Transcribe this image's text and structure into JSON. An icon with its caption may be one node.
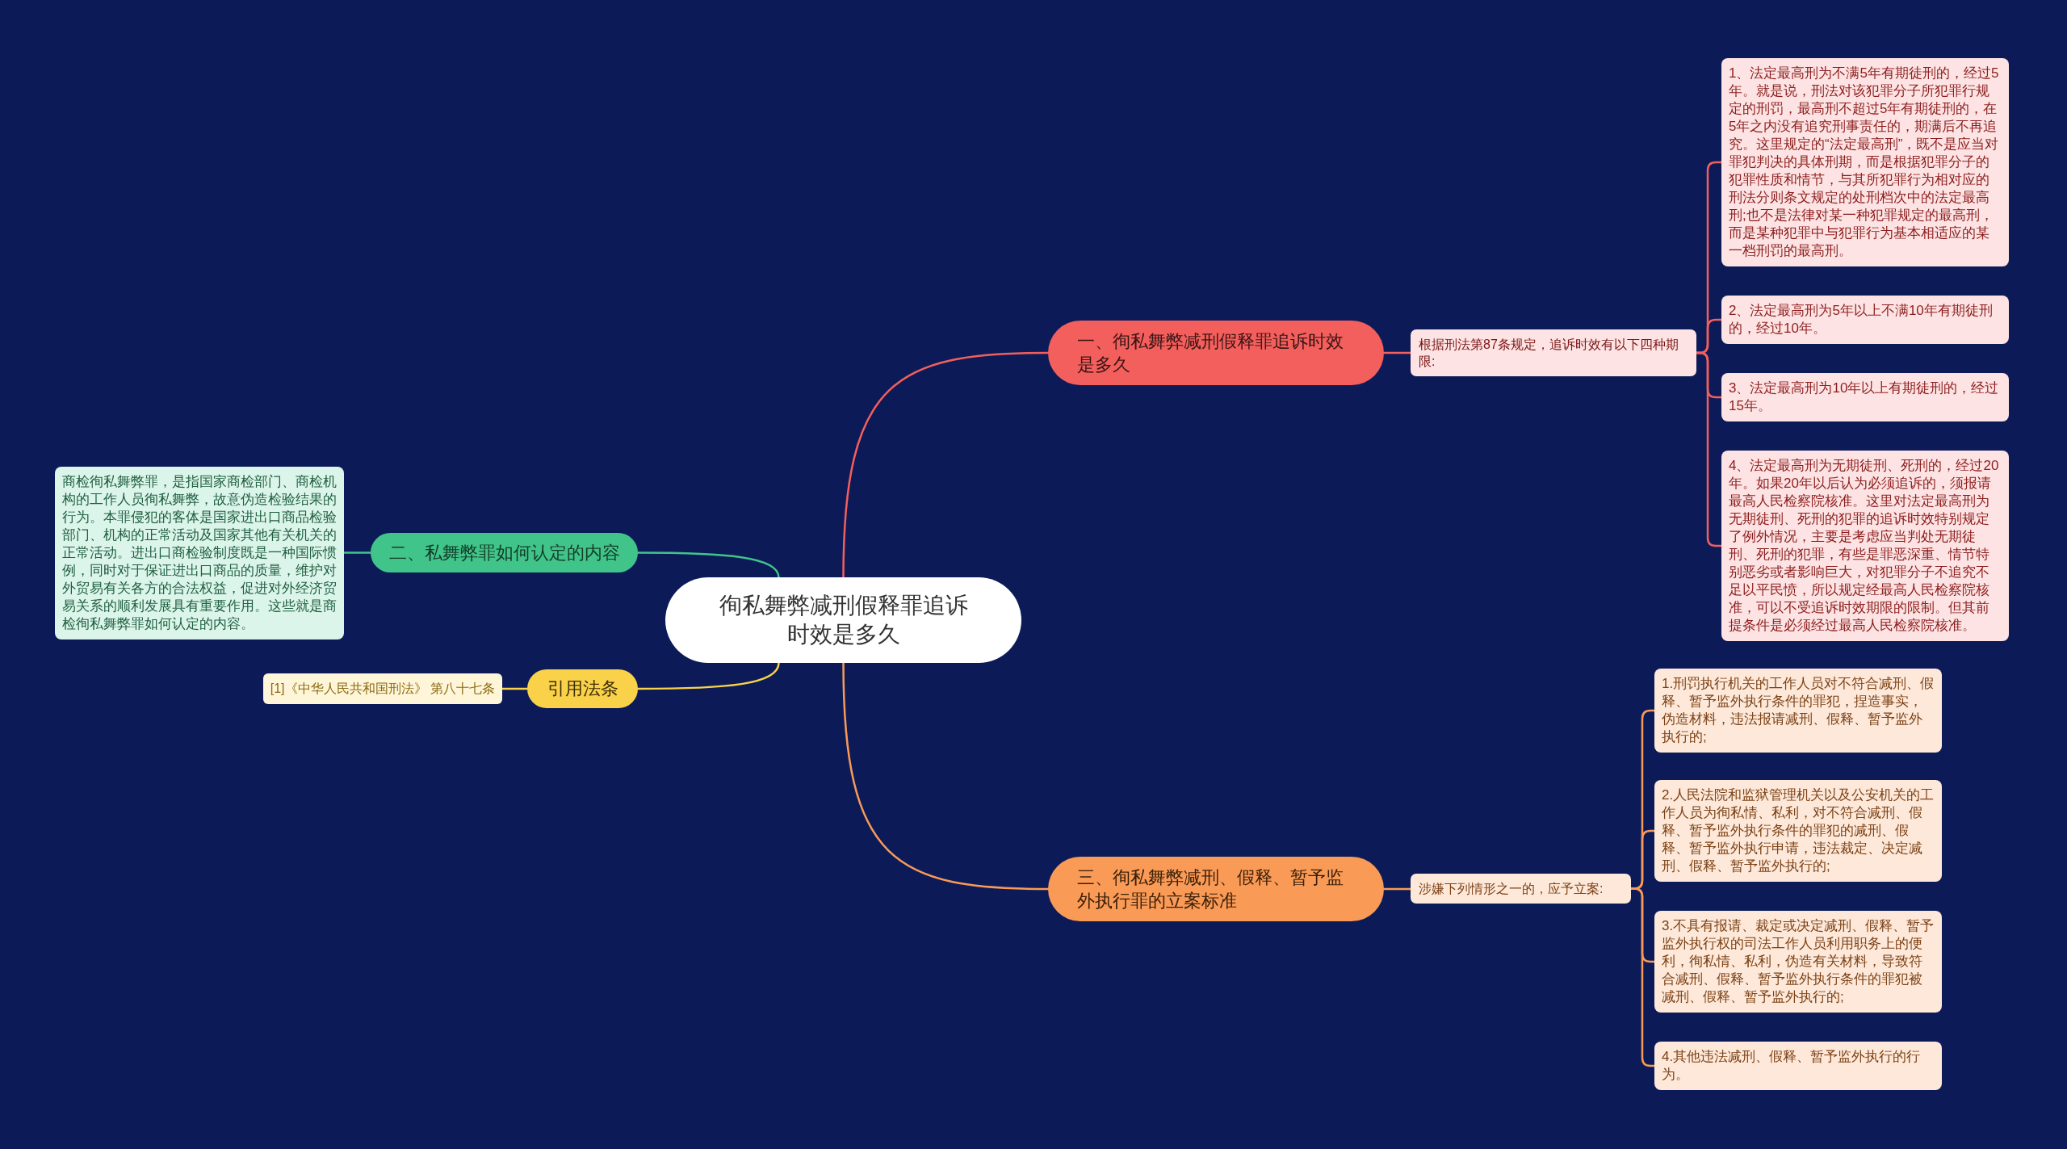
{
  "diagram": {
    "nodes": [
      {
        "text": [
          "徇私舞弊减刑假释罪追诉时效是多久"
        ]
      },
      {
        "text": [
          "一、徇私舞弊减刑假释罪追诉时效是多久"
        ]
      },
      {
        "text": [
          "根据刑法第87条规定，追诉时效有以下四种期限:"
        ]
      },
      {
        "text": [
          "1、法定最高刑为不满5年有期徒刑的，经过5年。就是说，刑法对该犯罪分子所犯罪行规定的刑罚，最高刑不超过5年有期徒刑的，在5年之内没有追究刑事责任的，期满后不再追究。这里规定的“法定最高刑”，既不是应当对罪犯判决的具体刑期，而是根据犯罪分子的犯罪性质和情节，与其所犯罪行为相对应的刑法分则条文规定的处刑档次中的法定最高刑;也不是法律对某一种犯罪规定的最高刑，而是某种犯罪中与犯罪行为基本相适应的某一档刑罚的最高刑。"
        ]
      },
      {
        "text": [
          "2、法定最高刑为5年以上不满10年有期徒刑的，经过10年。"
        ]
      },
      {
        "text": [
          "3、法定最高刑为10年以上有期徒刑的，经过15年。"
        ]
      },
      {
        "text": [
          "4、法定最高刑为无期徒刑、死刑的，经过20年。如果20年以后认为必须追诉的，须报请最高人民检察院核准。这里对法定最高刑为无期徒刑、死刑的犯罪的追诉时效特别规定了例外情况，主要是考虑应当判处无期徒刑、死刑的犯罪，有些是罪恶深重、情节特别恶劣或者影响巨大，对犯罪分子不追究不足以平民愤，所以规定经最高人民检察院核准，可以不受追诉时效期限的限制。但其前提条件是必须经过最高人民检察院核准。"
        ]
      },
      {
        "text": [
          "二、私舞弊罪如何认定的内容"
        ]
      },
      {
        "text": [
          "商检徇私舞弊罪，是指国家商检部门、商检机构的工作人员徇私舞弊，故意伪造检验结果的行为。本罪侵犯的客体是国家进出口商品检验部门、机构的正常活动及国家其他有关机关的正常活动。进出口商检验制度既是一种国际惯例，同时对于保证进出口商品的质量，维护对外贸易有关各方的合法权益，促进对外经济贸易关系的顺利发展具有重要作用。这些就是商检徇私舞弊罪如何认定的内容。"
        ]
      },
      {
        "text": [
          "引用法条"
        ]
      },
      {
        "text": [
          "[1]《中华人民共和国刑法》 第八十七条"
        ]
      },
      {
        "text": [
          "三、徇私舞弊减刑、假释、暂予监外执行罪的立案标准"
        ]
      },
      {
        "text": [
          "涉嫌下列情形之一的，应予立案:"
        ]
      },
      {
        "text": [
          "1.刑罚执行机关的工作人员对不符合减刑、假释、暂予监外执行条件的罪犯，捏造事实，伪造材料，违法报请减刑、假释、暂予监外执行的;"
        ]
      },
      {
        "text": [
          "2.人民法院和监狱管理机关以及公安机关的工作人员为徇私情、私利，对不符合减刑、假释、暂予监外执行条件的罪犯的减刑、假释、暂予监外执行申请，违法裁定、决定减刑、假释、暂予监外执行的;"
        ]
      },
      {
        "text": [
          "3.不具有报请、裁定或决定减刑、假释、暂予监外执行权的司法工作人员利用职务上的便利，徇私情、私利，伪造有关材料，导致符合减刑、假释、暂予监外执行条件的罪犯被减刑、假释、暂予监外执行的;"
        ]
      },
      {
        "text": [
          "4.其他违法减刑、假释、暂予监外执行的行为。"
        ]
      }
    ],
    "edges": [
      {
        "from": 0,
        "to": 1,
        "arrow": "none",
        "color": "#f25f5c"
      },
      {
        "from": 1,
        "to": 2,
        "arrow": "none",
        "color": "#f25f5c"
      },
      {
        "from": 2,
        "to": 3,
        "arrow": "none",
        "color": "#f25f5c"
      },
      {
        "from": 2,
        "to": 4,
        "arrow": "none",
        "color": "#f25f5c"
      },
      {
        "from": 2,
        "to": 5,
        "arrow": "none",
        "color": "#f25f5c"
      },
      {
        "from": 2,
        "to": 6,
        "arrow": "none",
        "color": "#f25f5c"
      },
      {
        "from": 0,
        "to": 7,
        "arrow": "none",
        "color": "#41c48a"
      },
      {
        "from": 7,
        "to": 8,
        "arrow": "none",
        "color": "#41c48a"
      },
      {
        "from": 0,
        "to": 9,
        "arrow": "none",
        "color": "#f9d24a"
      },
      {
        "from": 9,
        "to": 10,
        "arrow": "none",
        "color": "#f9d24a"
      },
      {
        "from": 0,
        "to": 11,
        "arrow": "none",
        "color": "#f99a56"
      },
      {
        "from": 11,
        "to": 12,
        "arrow": "none",
        "color": "#f99a56"
      },
      {
        "from": 12,
        "to": 13,
        "arrow": "none",
        "color": "#f99a56"
      },
      {
        "from": 12,
        "to": 14,
        "arrow": "none",
        "color": "#f99a56"
      },
      {
        "from": 12,
        "to": 15,
        "arrow": "none",
        "color": "#f99a56"
      },
      {
        "from": 12,
        "to": 16,
        "arrow": "none",
        "color": "#f99a56"
      }
    ]
  }
}
